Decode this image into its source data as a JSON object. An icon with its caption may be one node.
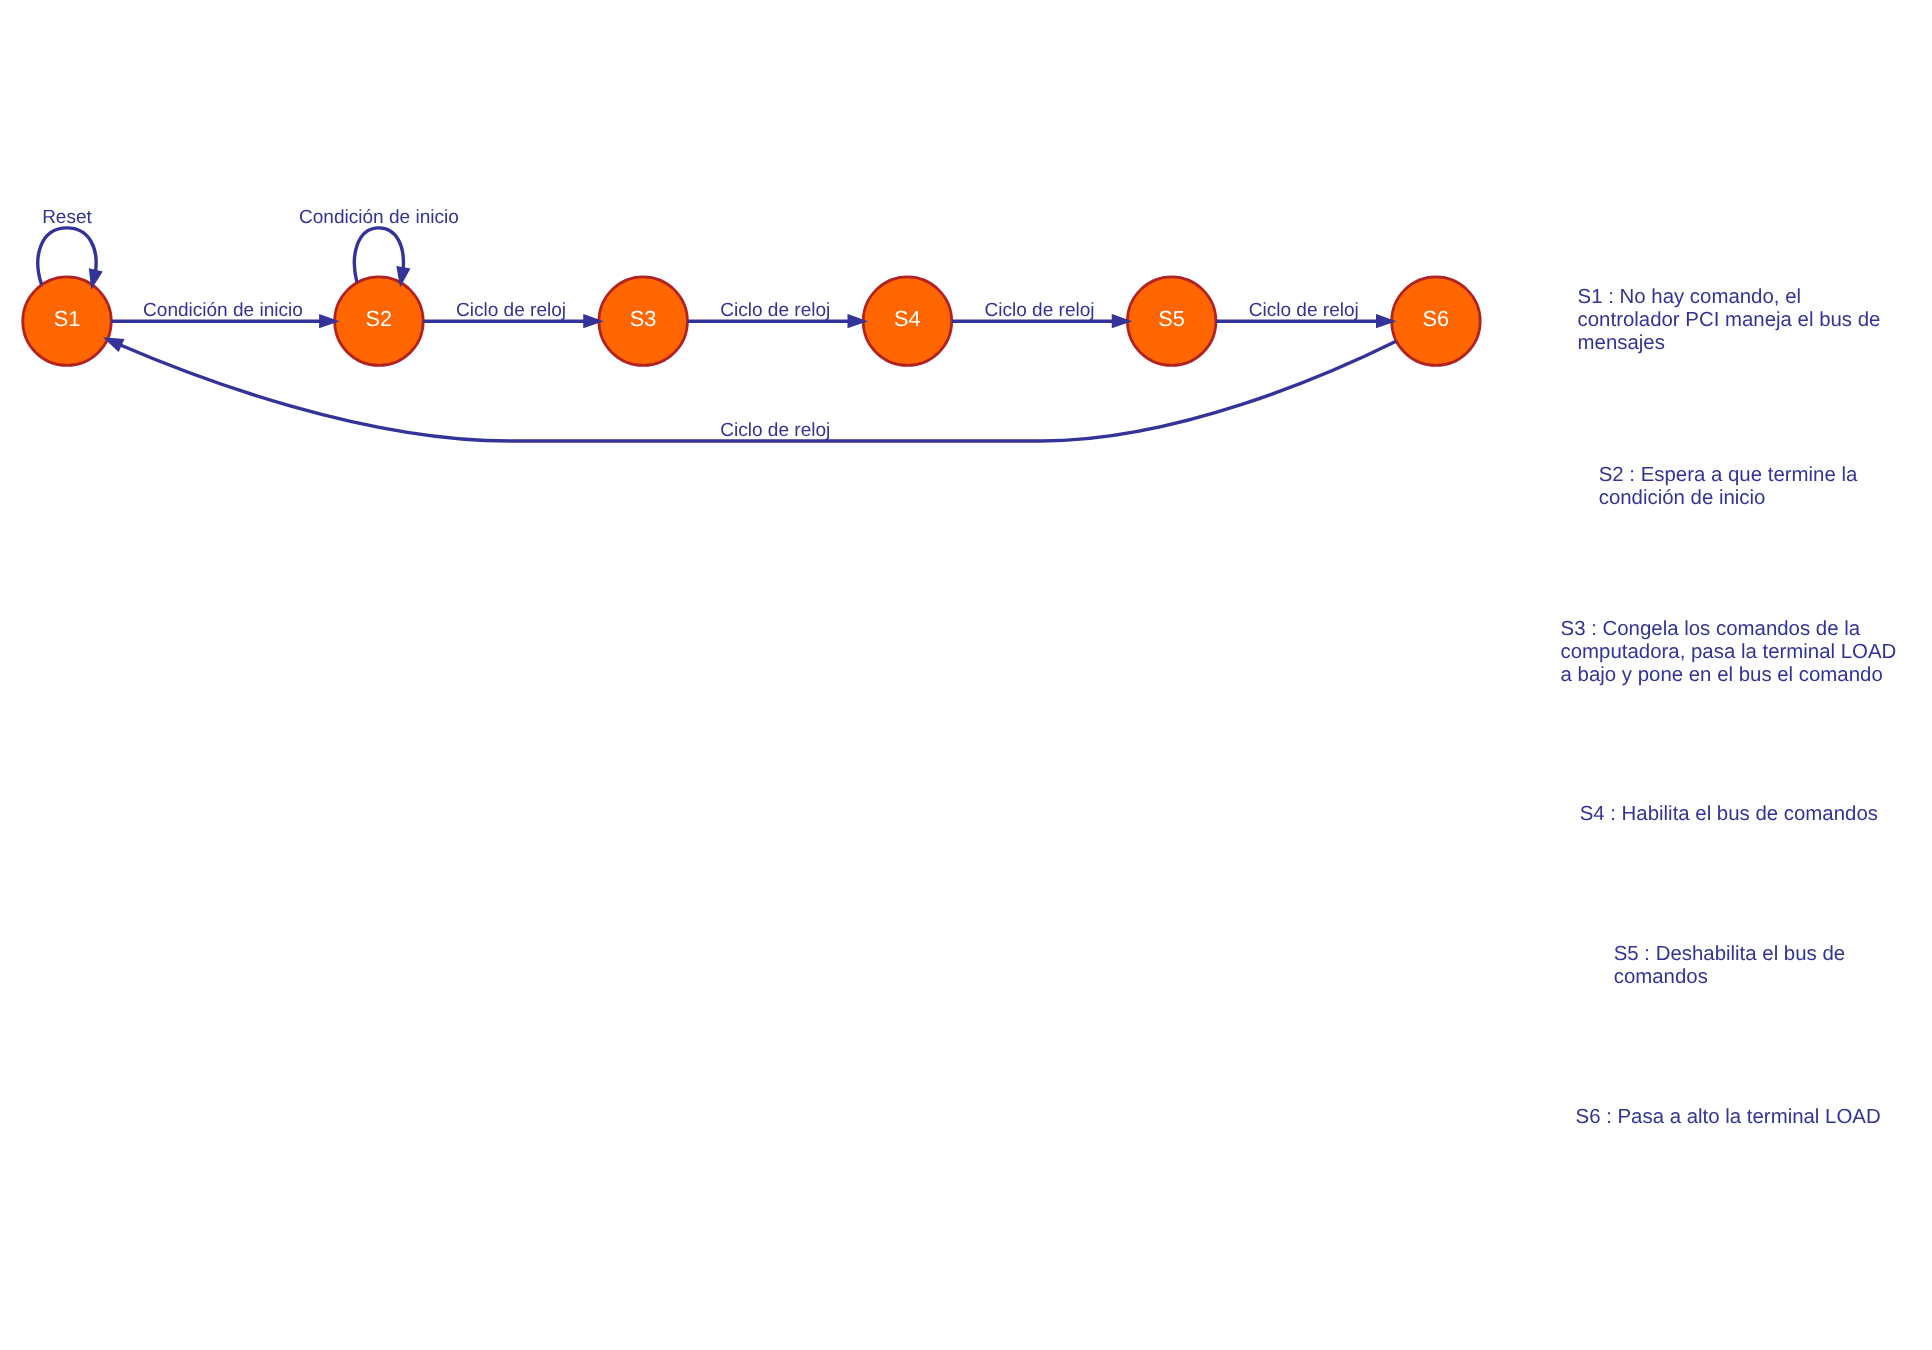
{
  "diagram": {
    "nodes": [
      {
        "text": [
          "S1"
        ]
      },
      {
        "text": [
          "S2"
        ]
      },
      {
        "text": [
          "S3"
        ]
      },
      {
        "text": [
          "S4"
        ]
      },
      {
        "text": [
          "S5"
        ]
      },
      {
        "text": [
          "S6"
        ]
      }
    ],
    "edges": [
      {
        "from": 0,
        "to": 0,
        "arrow": "to",
        "label": "Reset"
      },
      {
        "from": 0,
        "to": 1,
        "arrow": "to",
        "label": "Condición de inicio"
      },
      {
        "from": 1,
        "to": 1,
        "arrow": "to",
        "label": "Condición de inicio"
      },
      {
        "from": 1,
        "to": 2,
        "arrow": "to",
        "label": "Ciclo de reloj"
      },
      {
        "from": 2,
        "to": 3,
        "arrow": "to",
        "label": "Ciclo de reloj"
      },
      {
        "from": 3,
        "to": 4,
        "arrow": "to",
        "label": "Ciclo de reloj"
      },
      {
        "from": 4,
        "to": 5,
        "arrow": "to",
        "label": "Ciclo de reloj"
      },
      {
        "from": 5,
        "to": 0,
        "arrow": "to",
        "label": "Ciclo de reloj"
      }
    ],
    "labels": [
      "S1 : No hay comando, el controlador PCI maneja el bus de mensajes",
      "S2 : Espera a que termine la condición de inicio",
      "S3 : Congela los comandos de la computadora, pasa la terminal LOAD a bajo y pone en el bus el comando",
      "S4 : Habilita el bus de comandos",
      "S5 : Deshabilita el bus de comandos",
      "S6 : Pasa a alto la terminal LOAD"
    ]
  }
}
